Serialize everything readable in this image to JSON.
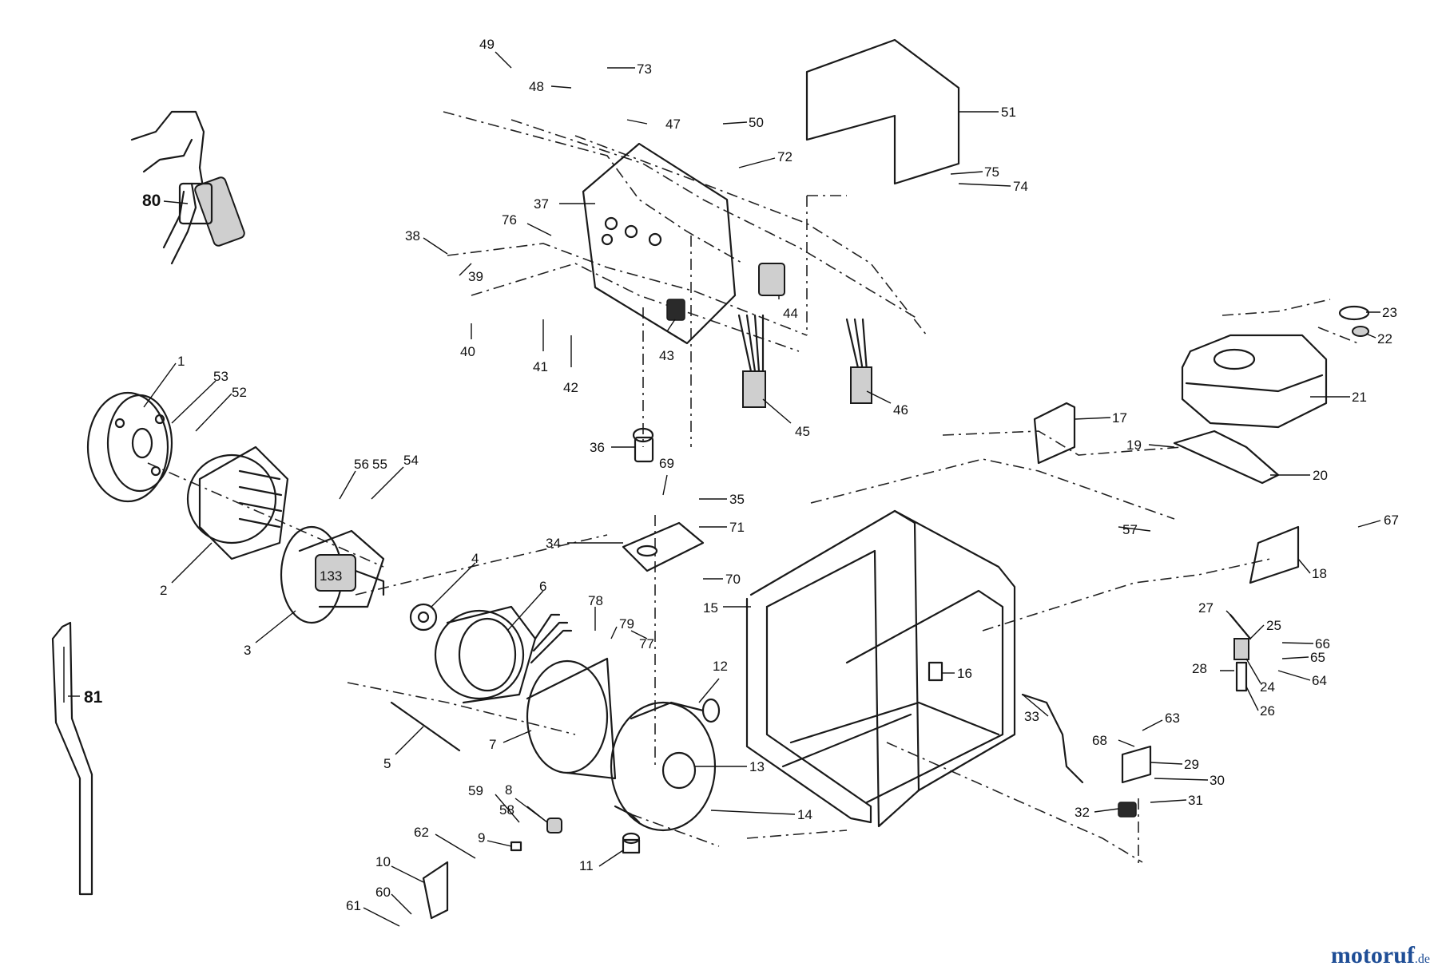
{
  "callouts": [
    "1",
    "2",
    "3",
    "4",
    "5",
    "6",
    "7",
    "8",
    "9",
    "10",
    "11",
    "12",
    "13",
    "14",
    "15",
    "16",
    "17",
    "18",
    "19",
    "20",
    "21",
    "22",
    "23",
    "24",
    "25",
    "26",
    "27",
    "28",
    "29",
    "30",
    "31",
    "32",
    "33",
    "34",
    "35",
    "36",
    "37",
    "38",
    "39",
    "40",
    "41",
    "42",
    "43",
    "44",
    "45",
    "46",
    "47",
    "48",
    "49",
    "50",
    "51",
    "52",
    "53",
    "54",
    "55",
    "56",
    "57",
    "58",
    "59",
    "60",
    "61",
    "62",
    "63",
    "64",
    "65",
    "66",
    "67",
    "68",
    "69",
    "70",
    "71",
    "72",
    "73",
    "74",
    "75",
    "76",
    "77",
    "78",
    "79",
    "80",
    "81"
  ],
  "watermark": {
    "text": "motoruf",
    "suffix": ".de"
  }
}
